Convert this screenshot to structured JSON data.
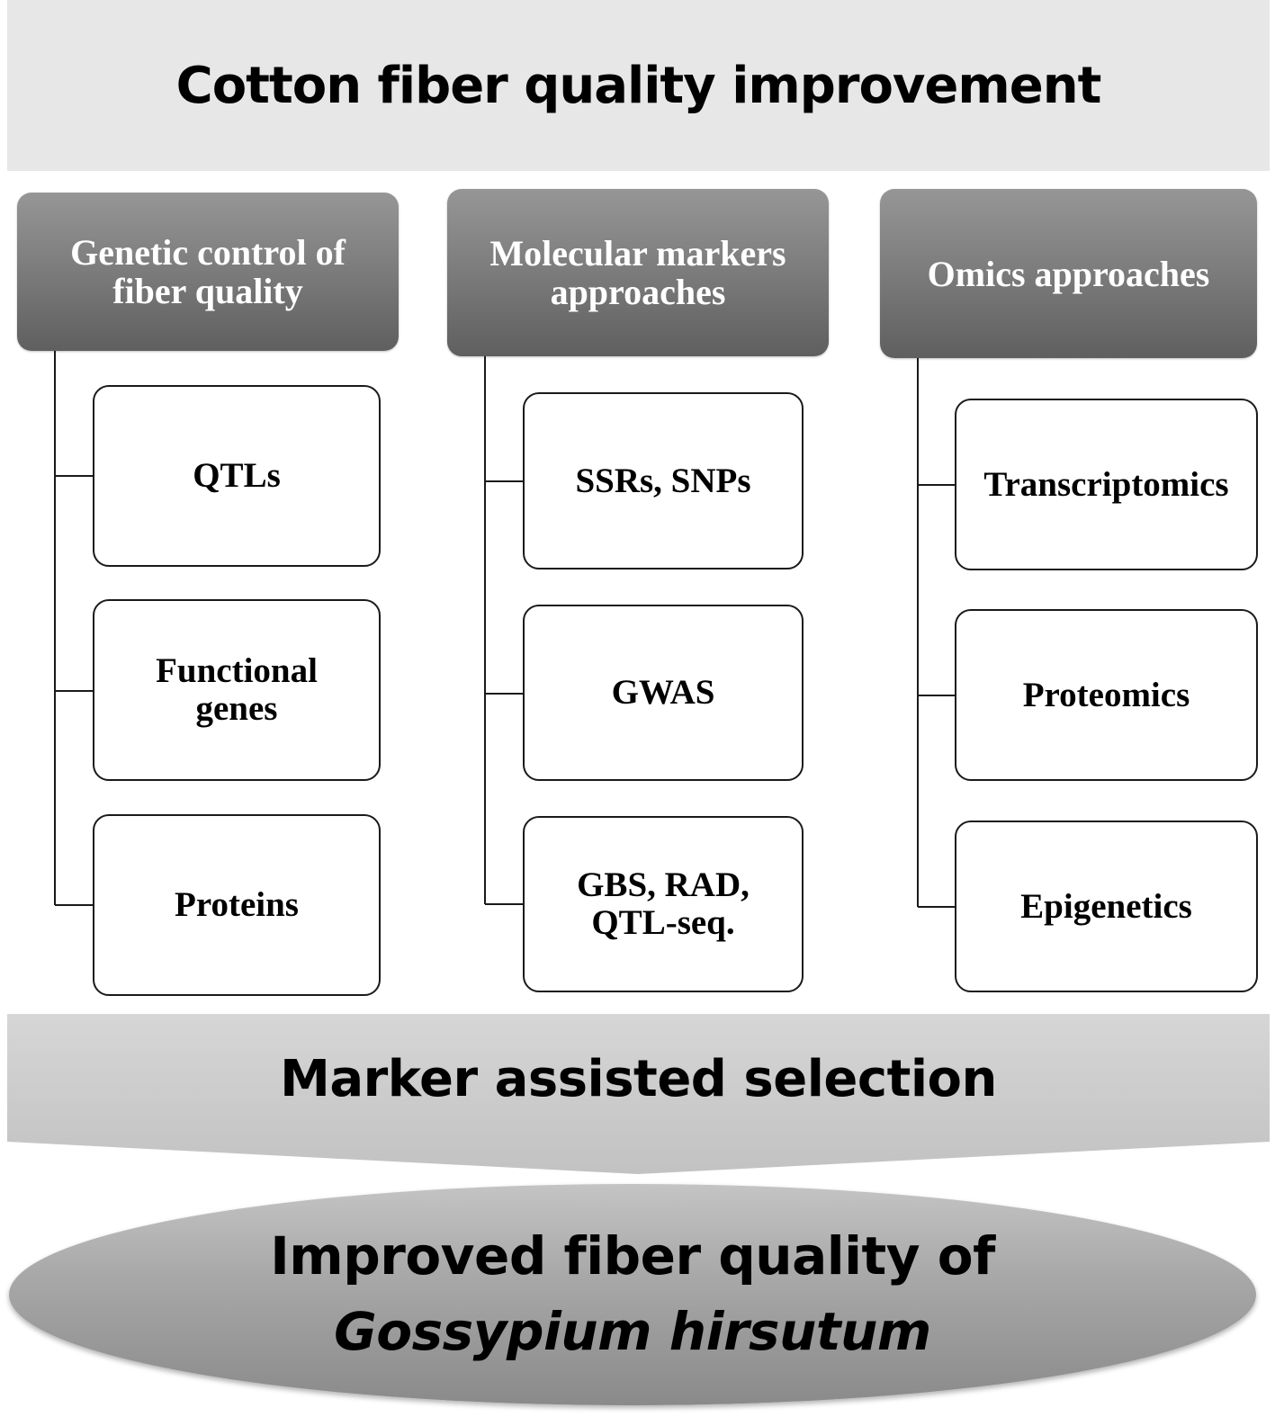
{
  "title": "Cotton fiber quality improvement",
  "columns": [
    {
      "header": [
        "Genetic control of",
        "fiber quality"
      ],
      "items": [
        [
          "QTLs"
        ],
        [
          "Functional",
          "genes"
        ],
        [
          "Proteins"
        ]
      ]
    },
    {
      "header": [
        "Molecular markers",
        "approaches"
      ],
      "items": [
        [
          "SSRs, SNPs"
        ],
        [
          "GWAS"
        ],
        [
          "GBS, RAD,",
          "QTL-seq."
        ]
      ]
    },
    {
      "header": [
        "Omics approaches"
      ],
      "items": [
        [
          "Transcriptomics"
        ],
        [
          "Proteomics"
        ],
        [
          "Epigenetics"
        ]
      ]
    }
  ],
  "selection": "Marker assisted selection",
  "outcome": {
    "line1": "Improved fiber quality of",
    "line2": "Gossypium hirsutum"
  }
}
